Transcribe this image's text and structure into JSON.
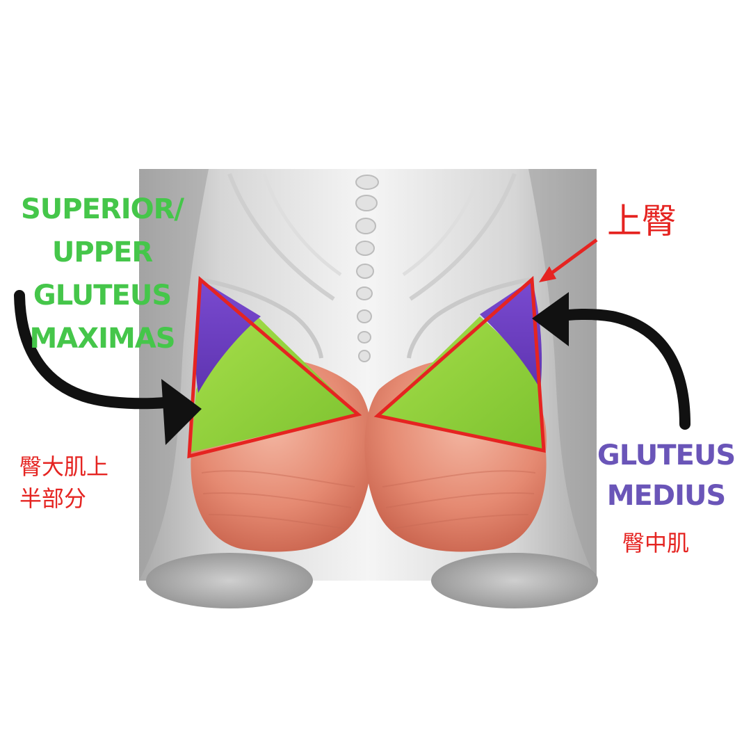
{
  "labels": {
    "superior_lines": [
      "SUPERIOR/",
      "UPPER",
      "GLUTEUS",
      "MAXIMAS"
    ],
    "zh_upper_gluteus_lines": [
      "臀大肌上",
      "半部分"
    ],
    "zh_upper_buttock": "上臀",
    "medius_lines": [
      "GLUTEUS",
      "MEDIUS"
    ],
    "zh_medius": "臀中肌"
  },
  "icons": [
    "curved-arrow-icon",
    "pointer-arrow-icon"
  ],
  "colors": {
    "label_green": "#45c64a",
    "label_purple": "#6a55b8",
    "label_red": "#e52421",
    "outline_red": "#e52421",
    "gluteus_medius_purple": "#6e3fc0",
    "upper_gluteus_green": "#8fd13b",
    "gluteus_maximus_salmon": "#e58a72",
    "arrow_black": "#111111",
    "figure_gray": "#bdbdbd",
    "figure_light": "#f2f2f2"
  }
}
